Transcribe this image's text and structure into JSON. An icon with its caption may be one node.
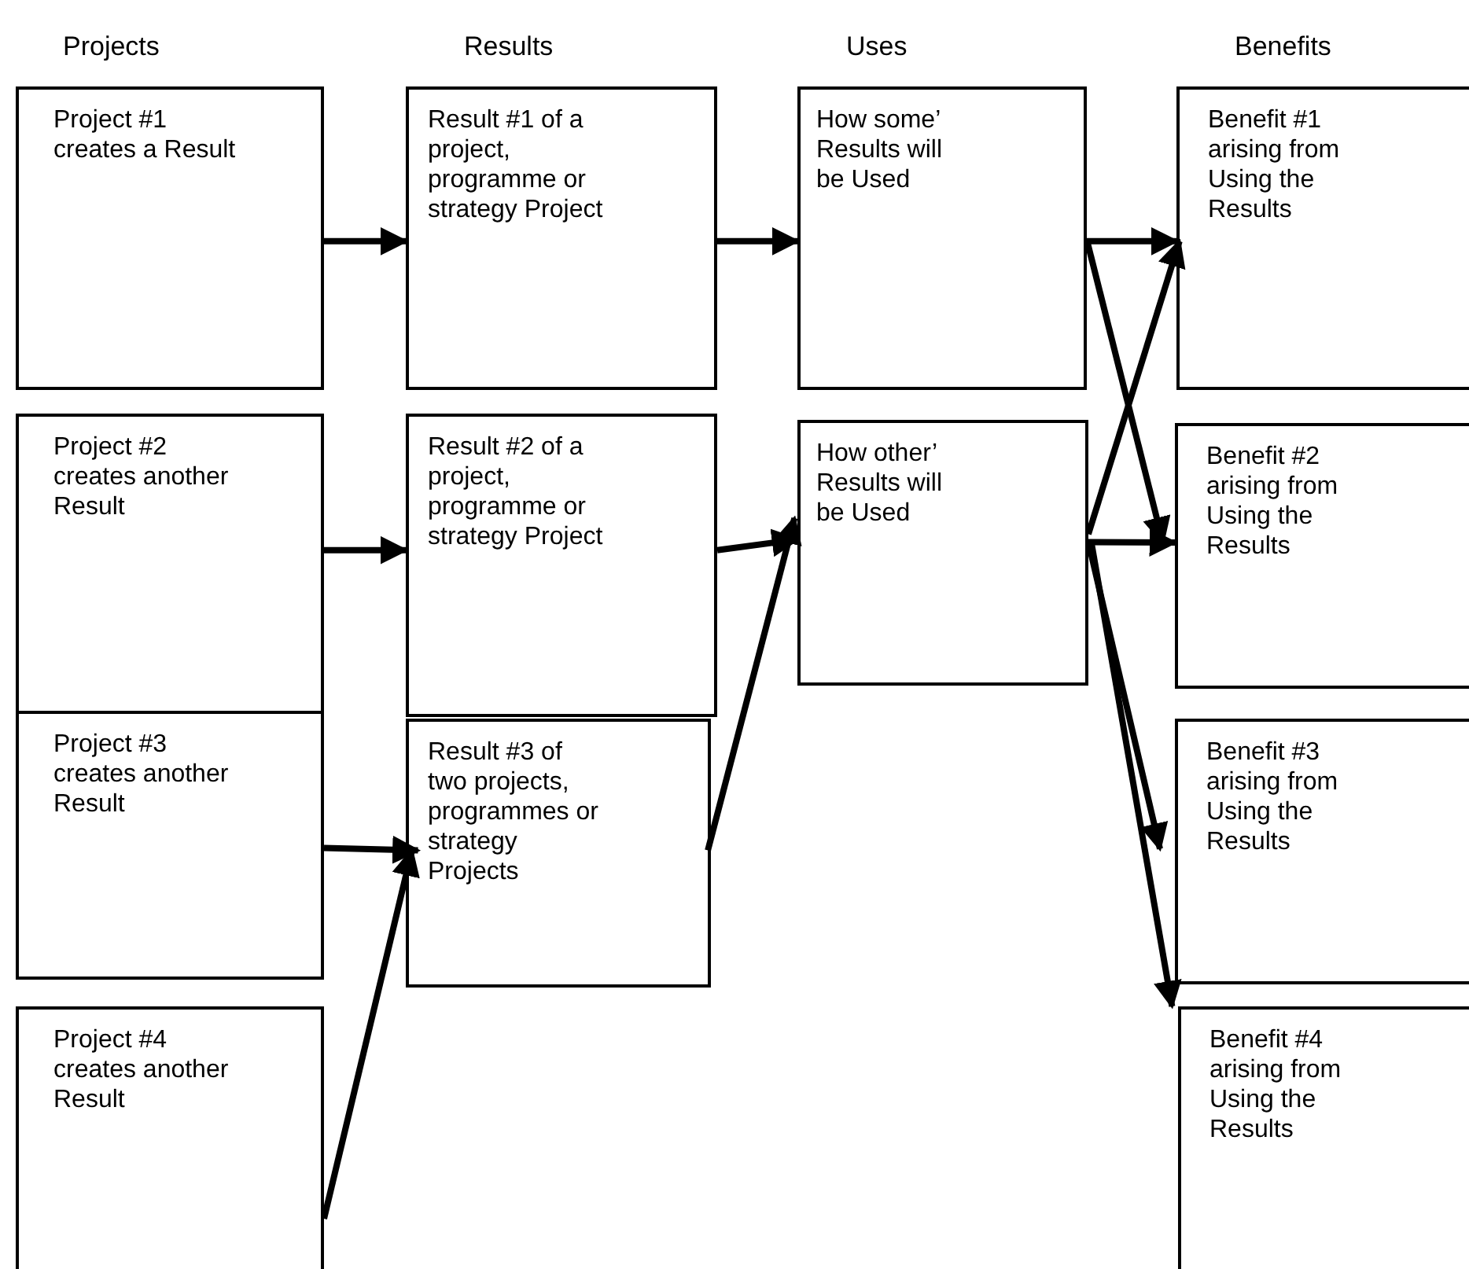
{
  "diagram": {
    "nodes": [
      {
        "text": [
          "Project #1 creates a Result"
        ]
      },
      {
        "text": [
          "Result #1 of a project, programme or strategy Project"
        ]
      },
      {
        "text": [
          "How some’ Results will be Used"
        ]
      },
      {
        "text": [
          "Benefit #1 arising from Using the Results"
        ]
      },
      {
        "text": [
          "Project #2 creates another Result"
        ]
      },
      {
        "text": [
          "Result #2 of a project, programme or strategy Project"
        ]
      },
      {
        "text": [
          "How other’ Results will be Used"
        ]
      },
      {
        "text": [
          "Benefit #2 arising from Using the Results"
        ]
      },
      {
        "text": [
          "Project #3 creates another Result"
        ]
      },
      {
        "text": [
          "Result #3 of two projects, programmes or strategy Projects"
        ]
      },
      {
        "text": [
          "Benefit #3 arising from Using the Results"
        ]
      },
      {
        "text": [
          "Project #4 creates another Result"
        ]
      },
      {
        "text": [
          "Benefit #4 arising from Using the Results"
        ]
      }
    ],
    "edges": [
      {
        "from": 0,
        "to": 1,
        "arrow": "to"
      },
      {
        "from": 1,
        "to": 2,
        "arrow": "to"
      },
      {
        "from": 2,
        "to": 3,
        "arrow": "to"
      },
      {
        "from": 2,
        "to": 7,
        "arrow": "to"
      },
      {
        "from": 4,
        "to": 5,
        "arrow": "to"
      },
      {
        "from": 5,
        "to": 6,
        "arrow": "to"
      },
      {
        "from": 6,
        "to": 3,
        "arrow": "to"
      },
      {
        "from": 6,
        "to": 7,
        "arrow": "to"
      },
      {
        "from": 6,
        "to": 10,
        "arrow": "to"
      },
      {
        "from": 6,
        "to": 12,
        "arrow": "to"
      },
      {
        "from": 8,
        "to": 9,
        "arrow": "to"
      },
      {
        "from": 11,
        "to": 9,
        "arrow": "to"
      },
      {
        "from": 9,
        "to": 6,
        "arrow": "to"
      }
    ],
    "labels": [
      "Projects",
      "Results",
      "Uses",
      "Benefits"
    ]
  }
}
